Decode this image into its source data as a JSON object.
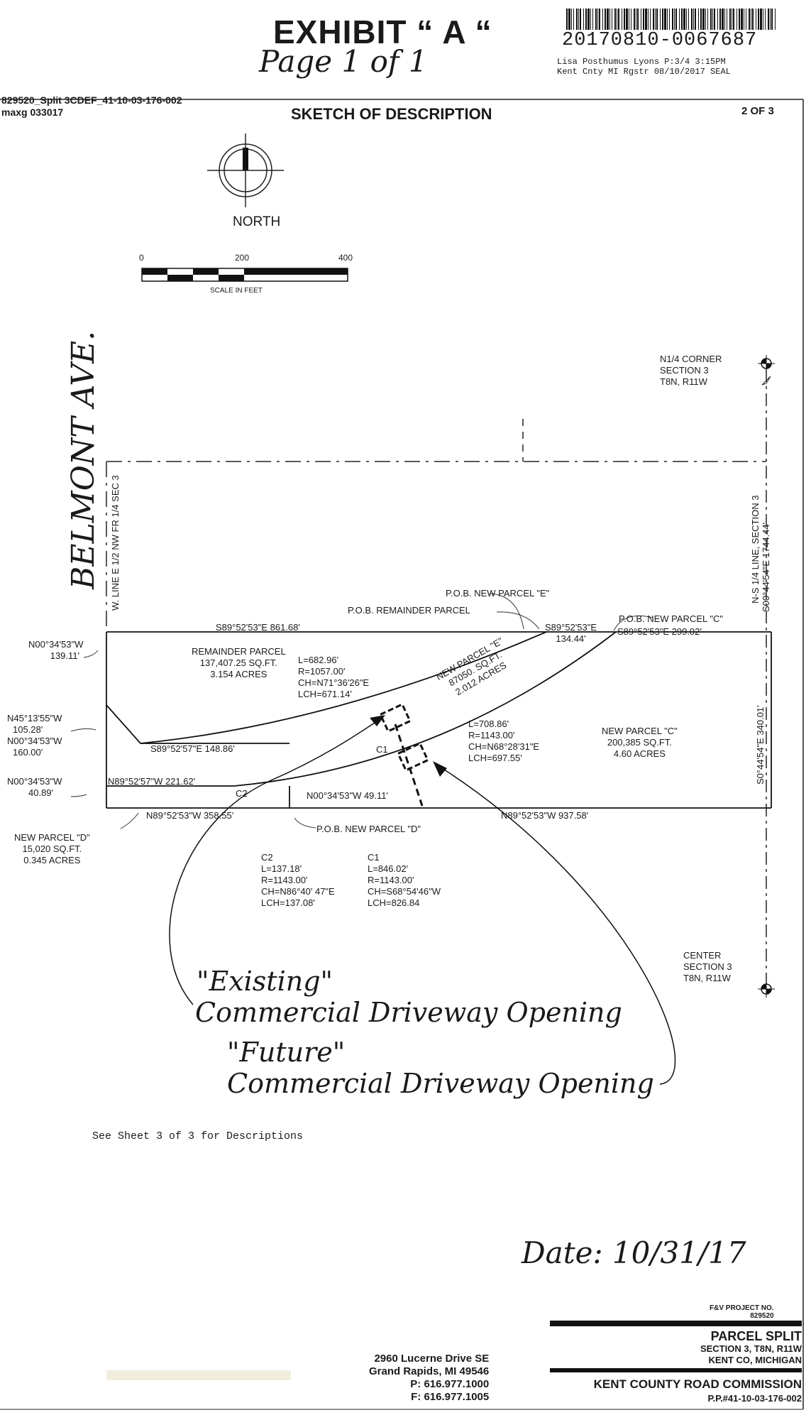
{
  "header": {
    "exhibit": "EXHIBIT “ A “",
    "page": "Page 1 of 1",
    "record_number": "20170810-0067687",
    "record_line1": "Lisa Posthumus Lyons P:3/4   3:15PM",
    "record_line2": "Kent Cnty MI Rgstr 08/10/2017  SEAL",
    "file_line1": "829520_Split 3CDEF_41-10-03-176-002",
    "file_line2": "maxg 033017",
    "title": "SKETCH OF DESCRIPTION",
    "sheet": "2 OF 3"
  },
  "north": {
    "label": "NORTH"
  },
  "scale": {
    "t0": "0",
    "t1": "200",
    "t2": "400",
    "caption": "SCALE IN FEET"
  },
  "road": {
    "name": "BELMONT AVE."
  },
  "labels": {
    "n14_1": "N1/4 CORNER",
    "n14_2": "SECTION 3",
    "n14_3": "T8N, R11W",
    "center_1": "CENTER",
    "center_2": "SECTION 3",
    "center_3": "T8N, R11W",
    "wline": "W. LINE E 1/2 NW FR 1/4 SEC 3",
    "nsline": "N-S 1/4 LINE, SECTION 3",
    "east_top": "S00°44'54\"E  1744.44'",
    "east_bot": "S0°44'54\"E  340.01'",
    "pob_e": "P.O.B. NEW PARCEL \"E\"",
    "pob_rem": "P.O.B. REMAINDER PARCEL",
    "pob_c": "P.O.B. NEW PARCEL \"C\"",
    "pob_d": "P.O.B. NEW PARCEL \"D\"",
    "top_w": "S89°52'53\"E  861.68'",
    "top_mid1": "S89°52'53\"E",
    "top_mid2": "134.44'",
    "top_e": "S89°52'53\"E  299.02'",
    "w1a": "N00°34'53\"W",
    "w1b": "139.11'",
    "w2a": "N45°13'55\"W",
    "w2b": "105.28'",
    "w3a": "N00°34'53\"W",
    "w3b": "160.00'",
    "w4a": "N00°34'53\"W",
    "w4b": "40.89'",
    "rem1": "REMAINDER PARCEL",
    "rem2": "137,407.25 SQ.FT.",
    "rem3": "3.154 ACRES",
    "curve_top1": "L=682.96'",
    "curve_top2": "R=1057.00'",
    "curve_top3": "CH=N71°36'26\"E",
    "curve_top4": "LCH=671.14'",
    "par_e1": "NEW PARCEL \"E\"",
    "par_e2": "87050. SQ.FT.",
    "par_e3": "2.012 ACRES",
    "s89_148": "S89°52'57\"E  148.86'",
    "c1_lbl": "C1",
    "curve_c1a": "L=708.86'",
    "curve_c1b": "R=1143.00'",
    "curve_c1c": "CH=N68°28'31\"E",
    "curve_c1d": "LCH=697.55'",
    "par_c1": "NEW PARCEL \"C\"",
    "par_c2": "200,385 SQ.FT.",
    "par_c3": "4.60 ACRES",
    "n89_221": "N89°52'57\"W  221.62'",
    "c2_lbl": "C2",
    "n00_49": "N00°34'53\"W  49.11'",
    "bot_w": "N89°52'53\"W  358.55'",
    "bot_e": "N89°52'53\"W  937.58'",
    "par_d1": "NEW PARCEL \"D\"",
    "par_d2": "15,020 SQ.FT.",
    "par_d3": "0.345 ACRES"
  },
  "curves": {
    "c2_title": "C2",
    "c2_l": "L=137.18'",
    "c2_r": "R=1143.00'",
    "c2_ch": "CH=N86°40' 47\"E",
    "c2_lch": "LCH=137.08'",
    "c1_title": "C1",
    "c1_l": "L=846.02'",
    "c1_r": "R=1143.00'",
    "c1_ch": "CH=S68°54'46\"W",
    "c1_lch": "LCH=826.84"
  },
  "notes": {
    "existing1": "\"Existing\"",
    "existing2": "Commercial Driveway Opening",
    "future1": "\"Future\"",
    "future2": "Commercial Driveway Opening",
    "see": "See Sheet 3 of 3 for Descriptions",
    "date": "Date: 10/31/17"
  },
  "footer": {
    "proj1": "F&V PROJECT NO.",
    "proj2": "829520",
    "split": "PARCEL SPLIT",
    "sec": "SECTION 3, T8N, R11W",
    "county": "KENT CO, MICHIGAN",
    "addr1": "2960 Lucerne Drive SE",
    "addr2": "Grand Rapids, MI 49546",
    "phone": "P: 616.977.1000",
    "fax": "F: 616.977.1005",
    "commission": "KENT COUNTY ROAD COMMISSION",
    "pp": "P.P.#41-10-03-176-002"
  }
}
